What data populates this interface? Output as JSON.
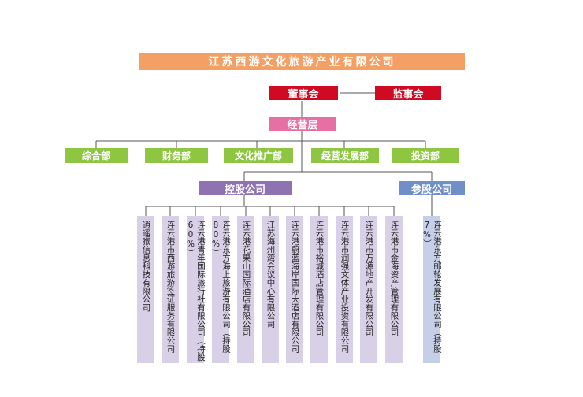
{
  "title": "江苏西游文化旅游产业有限公司",
  "board": "董事会",
  "supervisory_board": "监事会",
  "management": "经营层",
  "departments": [
    "综合部",
    "财务部",
    "文化推广部",
    "经营发展部",
    "投资部"
  ],
  "holding": {
    "label": "控股公司",
    "companies": [
      "逍遥猴信息科技有限公司",
      "连云港市西游旅游签证服务有限公司",
      "连云港青年国际旅行社有限公司（持股60%）",
      "连云港东方海上旅游有限公司（持股80%）",
      "连云港花果山国际酒店有限公司",
      "江苏海州湾会议中心有限公司",
      "连云港蔚蓝海岸国际大酒店有限公司",
      "连云港市裕城酒店管理有限公司",
      "连云港市润强文体产业投资有限公司",
      "连云港市万源地产开发有限公司",
      "连云港市金海资产管理有限公司"
    ]
  },
  "equity": {
    "label": "参股公司",
    "companies": [
      "连云港东方邮轮发展有限公司（持股7%）"
    ]
  },
  "colors": {
    "title": "#f4a064",
    "board": "#cf0a22",
    "management": "#e66fa4",
    "department": "#8ec642",
    "holding": "#8e72b2",
    "equity": "#6f8fc6",
    "connector": "#555555"
  }
}
